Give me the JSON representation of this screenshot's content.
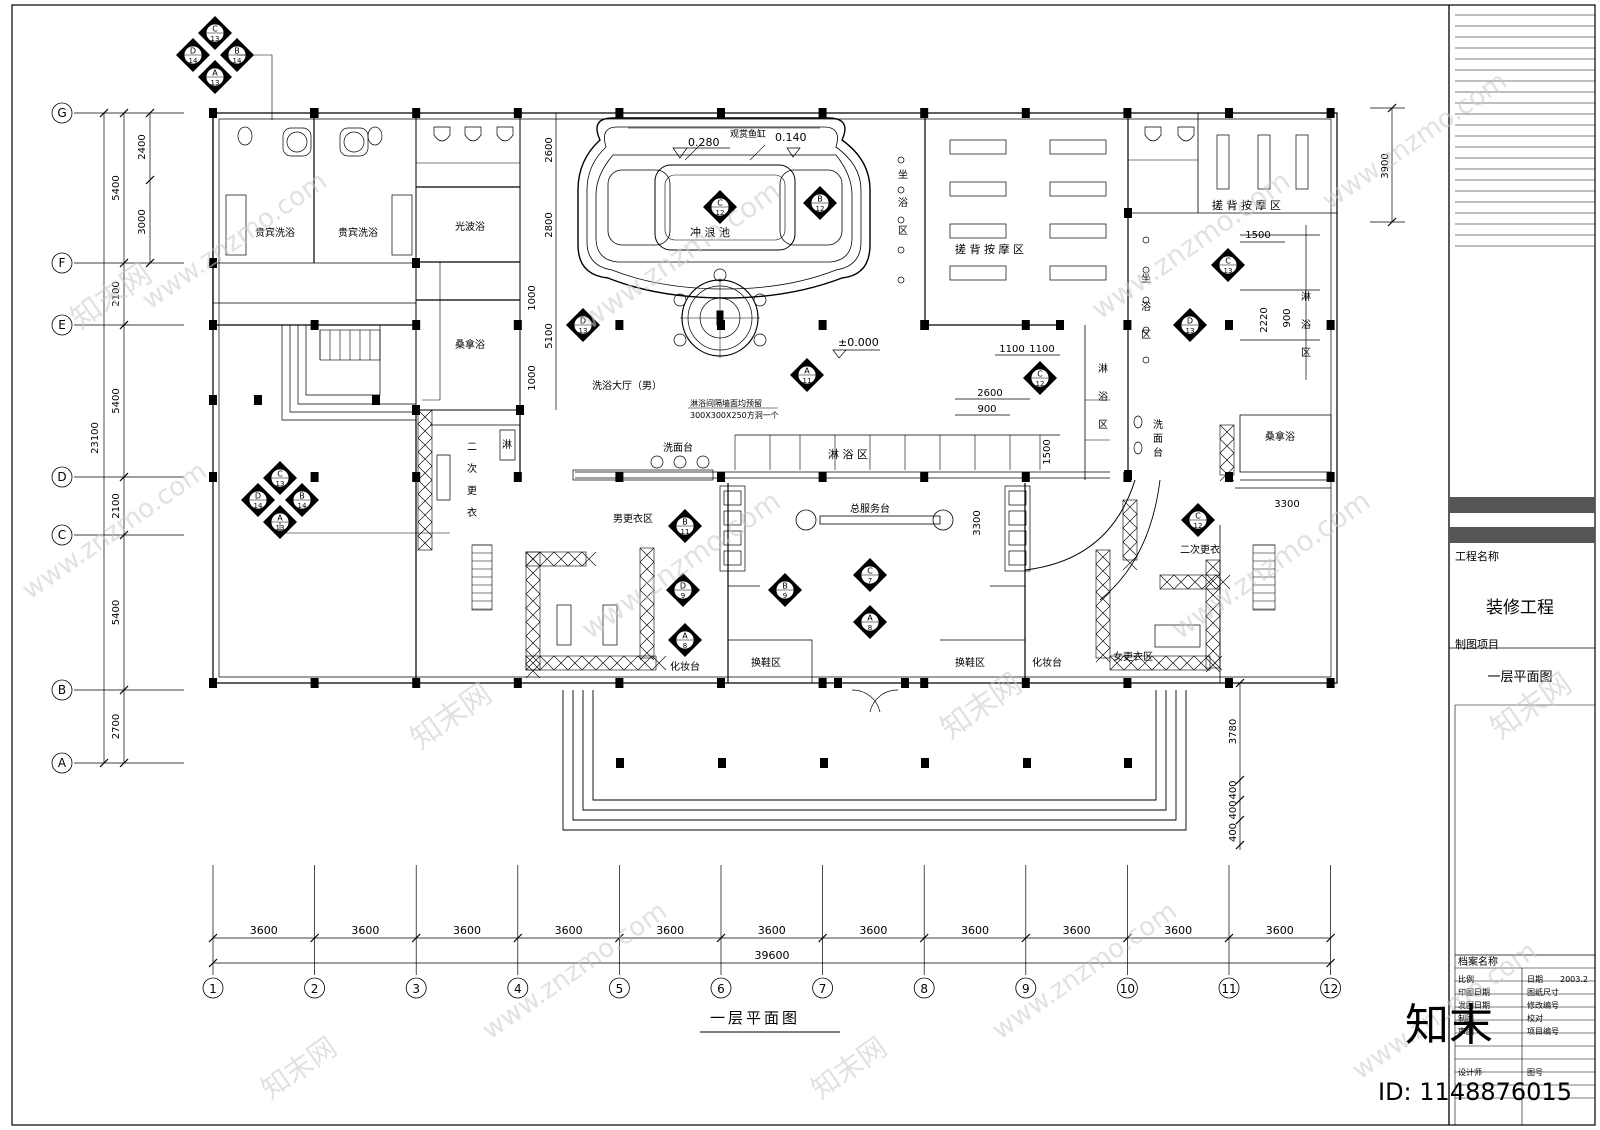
{
  "drawing_title": "一层平面图",
  "title_block": {
    "project_name_label": "工程名称",
    "project_name": "装修工程",
    "item_label": "制图项目",
    "item_value": "一层平面图",
    "archive_label": "档案名称",
    "fields": [
      "比例",
      "日期",
      "2003.2",
      "印图日期",
      "图纸尺寸",
      "发图日期",
      "修改编号",
      "制图",
      "校对",
      "审图",
      "项目编号",
      "设计师",
      "图号"
    ]
  },
  "axes": {
    "rows": [
      "G",
      "F",
      "E",
      "D",
      "C",
      "B",
      "A"
    ],
    "cols": [
      "1",
      "2",
      "3",
      "4",
      "5",
      "6",
      "7",
      "8",
      "9",
      "10",
      "11",
      "12"
    ]
  },
  "dimensions": {
    "bottom_bays": [
      "3600",
      "3600",
      "3600",
      "3600",
      "3600",
      "3600",
      "3600",
      "3600",
      "3600",
      "3600",
      "3600"
    ],
    "bottom_total": "39600",
    "left_outer": [
      "5400",
      "2100",
      "5400",
      "2100",
      "5400",
      "2700"
    ],
    "left_inner": [
      "2400",
      "3000"
    ],
    "left_total": "23100",
    "right_top": "3900",
    "right_bottom": [
      "3780",
      "400",
      "400",
      "400"
    ],
    "inner": [
      "2600",
      "2800",
      "5100",
      "1000",
      "1000",
      "1100",
      "1100",
      "2600",
      "900",
      "1500",
      "3300",
      "3300",
      "1500",
      "2220",
      "900"
    ]
  },
  "levels": [
    "0.280",
    "0.140",
    "±0.000"
  ],
  "rooms": {
    "vip_bath_1": "贵宾洗浴",
    "vip_bath_2": "贵宾洗浴",
    "light_bath": "光波浴",
    "sauna_left": "桑拿浴",
    "sauna_right": "桑拿浴",
    "fish_tank": "观赏鱼缸",
    "pool": "冲  浪  池",
    "hall": "洗浴大厅（男）",
    "massage_mid": "搓  背  按  摩  区",
    "massage_right": "搓  背  按  摩  区",
    "shower_mid": "淋      浴      区",
    "front_desk": "总服务台",
    "men_locker": "男更衣区",
    "women_locker": "女更衣区",
    "second_change_right": "二次更衣",
    "makeup_left": "化妆台",
    "makeup_right": "化妆台",
    "shoe_left": "换鞋区",
    "shoe_right": "换鞋区",
    "washbasin": "洗面台",
    "shower_left": "淋",
    "note_line1": "淋浴间隔墙面均预留",
    "note_line2": "300X300X250方洞一个"
  },
  "vertical_labels": {
    "second_change_left": [
      "二",
      "次",
      "更",
      "衣"
    ],
    "sit_bath_mid": [
      "坐",
      "浴",
      "区"
    ],
    "sit_bath_right": [
      "坐",
      "浴",
      "区"
    ],
    "shower_right": [
      "淋",
      "浴",
      "区"
    ],
    "shower_far": [
      "淋",
      "浴",
      "区"
    ],
    "washbasin_right": [
      "洗",
      "面",
      "台"
    ]
  },
  "section_marks": [
    {
      "top": "C",
      "bottom": "12"
    },
    {
      "top": "B",
      "bottom": "12"
    },
    {
      "top": "D",
      "bottom": "13"
    },
    {
      "top": "A",
      "bottom": "11"
    },
    {
      "top": "C",
      "bottom": "12"
    },
    {
      "top": "D",
      "bottom": "13"
    },
    {
      "top": "C",
      "bottom": "13"
    },
    {
      "top": "B",
      "bottom": "11"
    },
    {
      "top": "D",
      "bottom": "9"
    },
    {
      "top": "B",
      "bottom": "9"
    },
    {
      "top": "C",
      "bottom": "7"
    },
    {
      "top": "A",
      "bottom": "8"
    },
    {
      "top": "A",
      "bottom": "8"
    },
    {
      "top": "C",
      "bottom": "12"
    }
  ],
  "watermark": {
    "site": "www.znzmo.com",
    "brand": "知末网",
    "logo": "知末",
    "id": "ID: 1148876015"
  }
}
